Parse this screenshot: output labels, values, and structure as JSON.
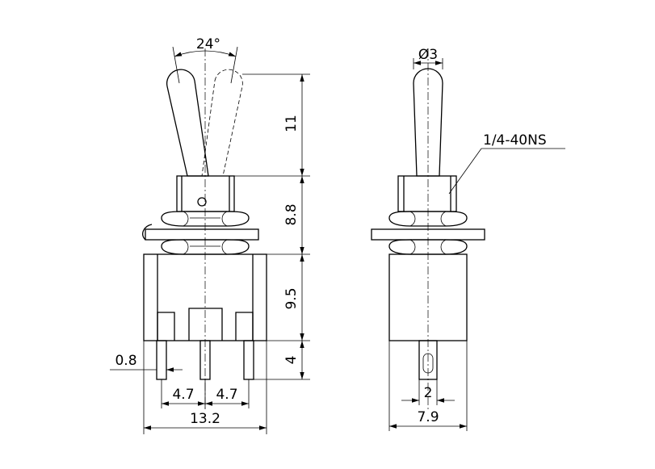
{
  "dimensions": {
    "throw_angle": "24°",
    "lever_length": "11",
    "bushing_height": "8.8",
    "body_height": "9.5",
    "terminal_length": "4",
    "terminal_thickness": "0.8",
    "terminal_pitch_left": "4.7",
    "terminal_pitch_right": "4.7",
    "body_width": "13.2",
    "lever_diameter": "Ø3",
    "thread_spec": "1/4-40NS",
    "terminal_width": "2",
    "body_depth": "7.9"
  },
  "colors": {
    "line": "#000000",
    "background": "#ffffff"
  }
}
